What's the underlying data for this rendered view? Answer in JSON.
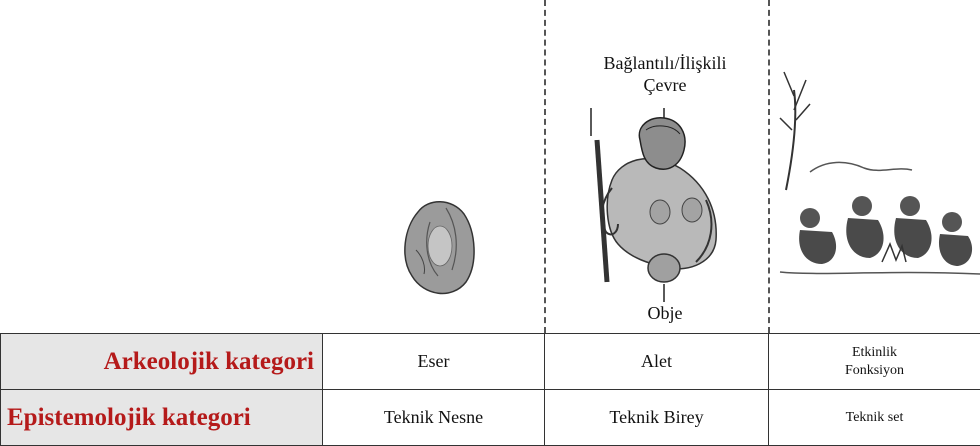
{
  "diagram": {
    "top_label": {
      "line1": "Bağlantılı/İlişkili",
      "line2": "Çevre"
    },
    "bottom_label": "Obje",
    "columns": [
      "Eser",
      "Alet",
      "Etkinlik\nFonksiyon"
    ]
  },
  "table": {
    "rows": [
      {
        "category": "Arkeolojik kategori",
        "values": [
          "Eser",
          "Alet",
          "Etkinlik",
          "Fonksiyon"
        ]
      },
      {
        "category": "Epistemolojik  kategori",
        "values": [
          "Teknik Nesne",
          "Teknik Birey",
          "Teknik set"
        ]
      }
    ]
  }
}
